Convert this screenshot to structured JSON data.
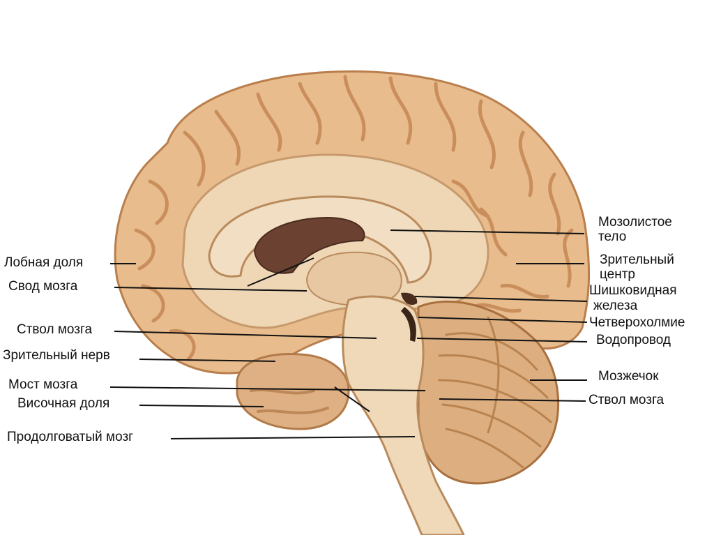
{
  "colors": {
    "cortex": "#e8bc8c",
    "cortex_shadow": "#c98e5c",
    "white_matter": "#efd7b6",
    "cerebellum": "#dcae80",
    "stem": "#efd9b8",
    "ventricle": "#6b4232",
    "leader_line": "#111111"
  },
  "labels": {
    "frontal_lobe": "Лобная доля",
    "fornix": "Свод мозга",
    "brainstem_left": "Ствол мозга",
    "optic_nerve": "Зрительный нерв",
    "pons": "Мост мозга",
    "temporal_lobe": "Височная доля",
    "medulla": "Продолговатый мозг",
    "corpus_callosum_1": "Мозолистое",
    "corpus_callosum_2": "тело",
    "visual_center_1": "Зрительный",
    "visual_center_2": "центр",
    "pineal_1": "Шишковидная",
    "pineal_2": "железа",
    "quadrigemina": "Четверохолмие",
    "aqueduct": "Водопровод",
    "cerebellum": "Мозжечок",
    "brainstem_right": "Ствол мозга"
  }
}
